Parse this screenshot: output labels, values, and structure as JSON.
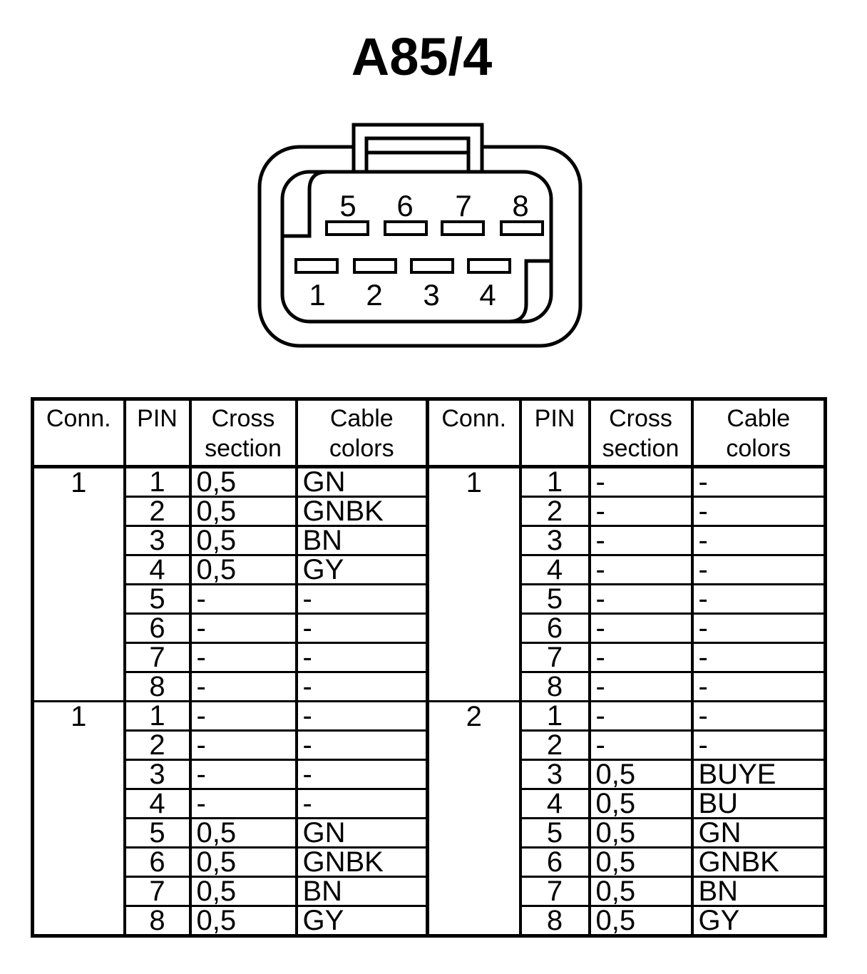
{
  "title": "A85/4",
  "colors": {
    "ink": "#000000",
    "paper": "#ffffff"
  },
  "connector": {
    "top_row_labels": [
      "5",
      "6",
      "7",
      "8"
    ],
    "bottom_row_labels": [
      "1",
      "2",
      "3",
      "4"
    ]
  },
  "table": {
    "headers": [
      "Conn.",
      "PIN",
      "Cross section",
      "Cable colors"
    ],
    "halves": [
      {
        "groups": [
          {
            "conn": "1",
            "rows": [
              [
                "1",
                "0,5",
                "GN"
              ],
              [
                "2",
                "0,5",
                "GNBK"
              ],
              [
                "3",
                "0,5",
                "BN"
              ],
              [
                "4",
                "0,5",
                "GY"
              ],
              [
                "5",
                "-",
                "-"
              ],
              [
                "6",
                "-",
                "-"
              ],
              [
                "7",
                "-",
                "-"
              ],
              [
                "8",
                "-",
                "-"
              ]
            ]
          },
          {
            "conn": "1",
            "rows": [
              [
                "1",
                "-",
                "-"
              ],
              [
                "2",
                "-",
                "-"
              ],
              [
                "3",
                "-",
                "-"
              ],
              [
                "4",
                "-",
                "-"
              ],
              [
                "5",
                "0,5",
                "GN"
              ],
              [
                "6",
                "0,5",
                "GNBK"
              ],
              [
                "7",
                "0,5",
                "BN"
              ],
              [
                "8",
                "0,5",
                "GY"
              ]
            ]
          }
        ]
      },
      {
        "groups": [
          {
            "conn": "1",
            "rows": [
              [
                "1",
                "-",
                "-"
              ],
              [
                "2",
                "-",
                "-"
              ],
              [
                "3",
                "-",
                "-"
              ],
              [
                "4",
                "-",
                "-"
              ],
              [
                "5",
                "-",
                "-"
              ],
              [
                "6",
                "-",
                "-"
              ],
              [
                "7",
                "-",
                "-"
              ],
              [
                "8",
                "-",
                "-"
              ]
            ]
          },
          {
            "conn": "2",
            "rows": [
              [
                "1",
                "-",
                "-"
              ],
              [
                "2",
                "-",
                "-"
              ],
              [
                "3",
                "0,5",
                "BUYE"
              ],
              [
                "4",
                "0,5",
                "BU"
              ],
              [
                "5",
                "0,5",
                "GN"
              ],
              [
                "6",
                "0,5",
                "GNBK"
              ],
              [
                "7",
                "0,5",
                "BN"
              ],
              [
                "8",
                "0,5",
                "GY"
              ]
            ]
          }
        ]
      }
    ]
  }
}
